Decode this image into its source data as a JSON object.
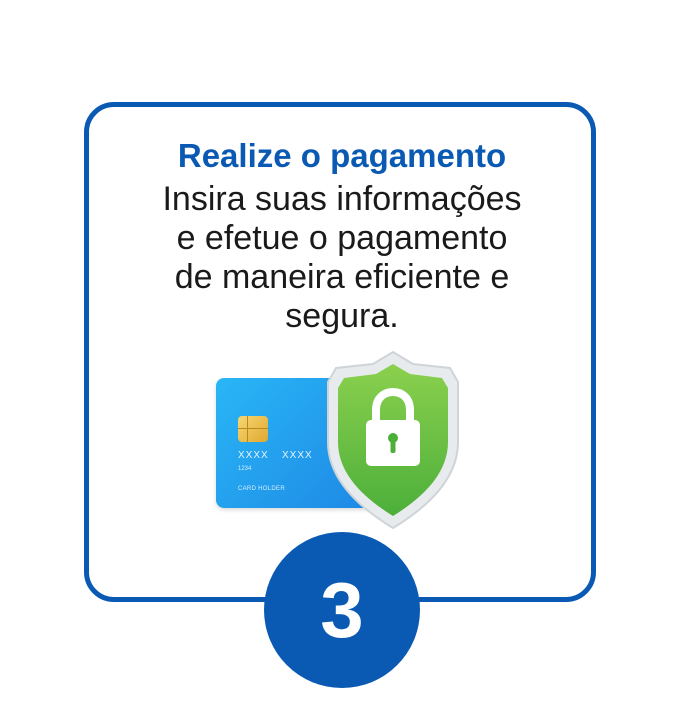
{
  "step": {
    "title": "Realize o pagamento",
    "description_lines": [
      "Insira suas informações",
      "e efetue o pagamento",
      "de maneira eficiente e",
      "segura."
    ],
    "number": "3"
  },
  "card_illustration": {
    "number_group_1": "XXXX",
    "number_group_2": "XXXX",
    "small_number": "1234",
    "holder_label": "CARD HOLDER"
  },
  "icons": {
    "chip": "chip-icon",
    "shield": "shield-lock-icon",
    "lock": "padlock-icon"
  },
  "colors": {
    "brand_blue": "#0a5ab4",
    "shield_green": "#6cc04a",
    "card_blue": "#29b6f6"
  }
}
